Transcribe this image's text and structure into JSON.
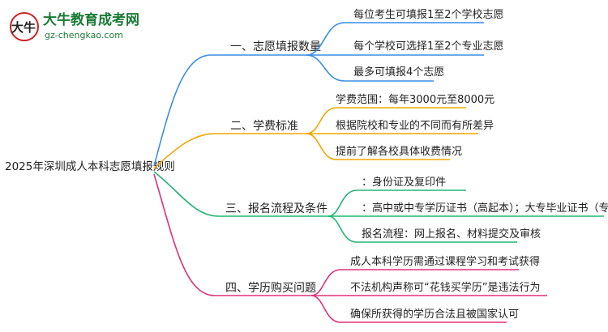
{
  "logo": {
    "name": "大牛教育成考网",
    "url": "gz-chengkao.com",
    "mark": "大牛"
  },
  "root": {
    "label": "2025年深圳成人本科志愿填报规则"
  },
  "colors": {
    "branch1": "#3a8ee6",
    "branch2": "#f0a500",
    "branch3": "#22b573",
    "branch4": "#e0307a"
  },
  "branches": [
    {
      "label": "一、志愿填报数量",
      "leaves": [
        "每位考生可填报1至2个学校志愿",
        "每个学校可选择1至2个专业志愿",
        "最多可填报4个志愿"
      ]
    },
    {
      "label": "二、学费标准",
      "leaves": [
        "学费范围：每年3000元至8000元",
        "根据院校和专业的不同而有所差异",
        "提前了解各校具体收费情况"
      ]
    },
    {
      "label": "三、报名流程及条件",
      "leaves": [
        "：身份证及复印件",
        "：高中或中专学历证书（高起本）；大专毕业证书（专升本）",
        "报名流程：网上报名、材料提交及审核"
      ]
    },
    {
      "label": "四、学历购买问题",
      "leaves": [
        "成人本科学历需通过课程学习和考试获得",
        "不法机构声称可“花钱买学历”是违法行为",
        "确保所获得的学历合法且被国家认可"
      ]
    }
  ]
}
